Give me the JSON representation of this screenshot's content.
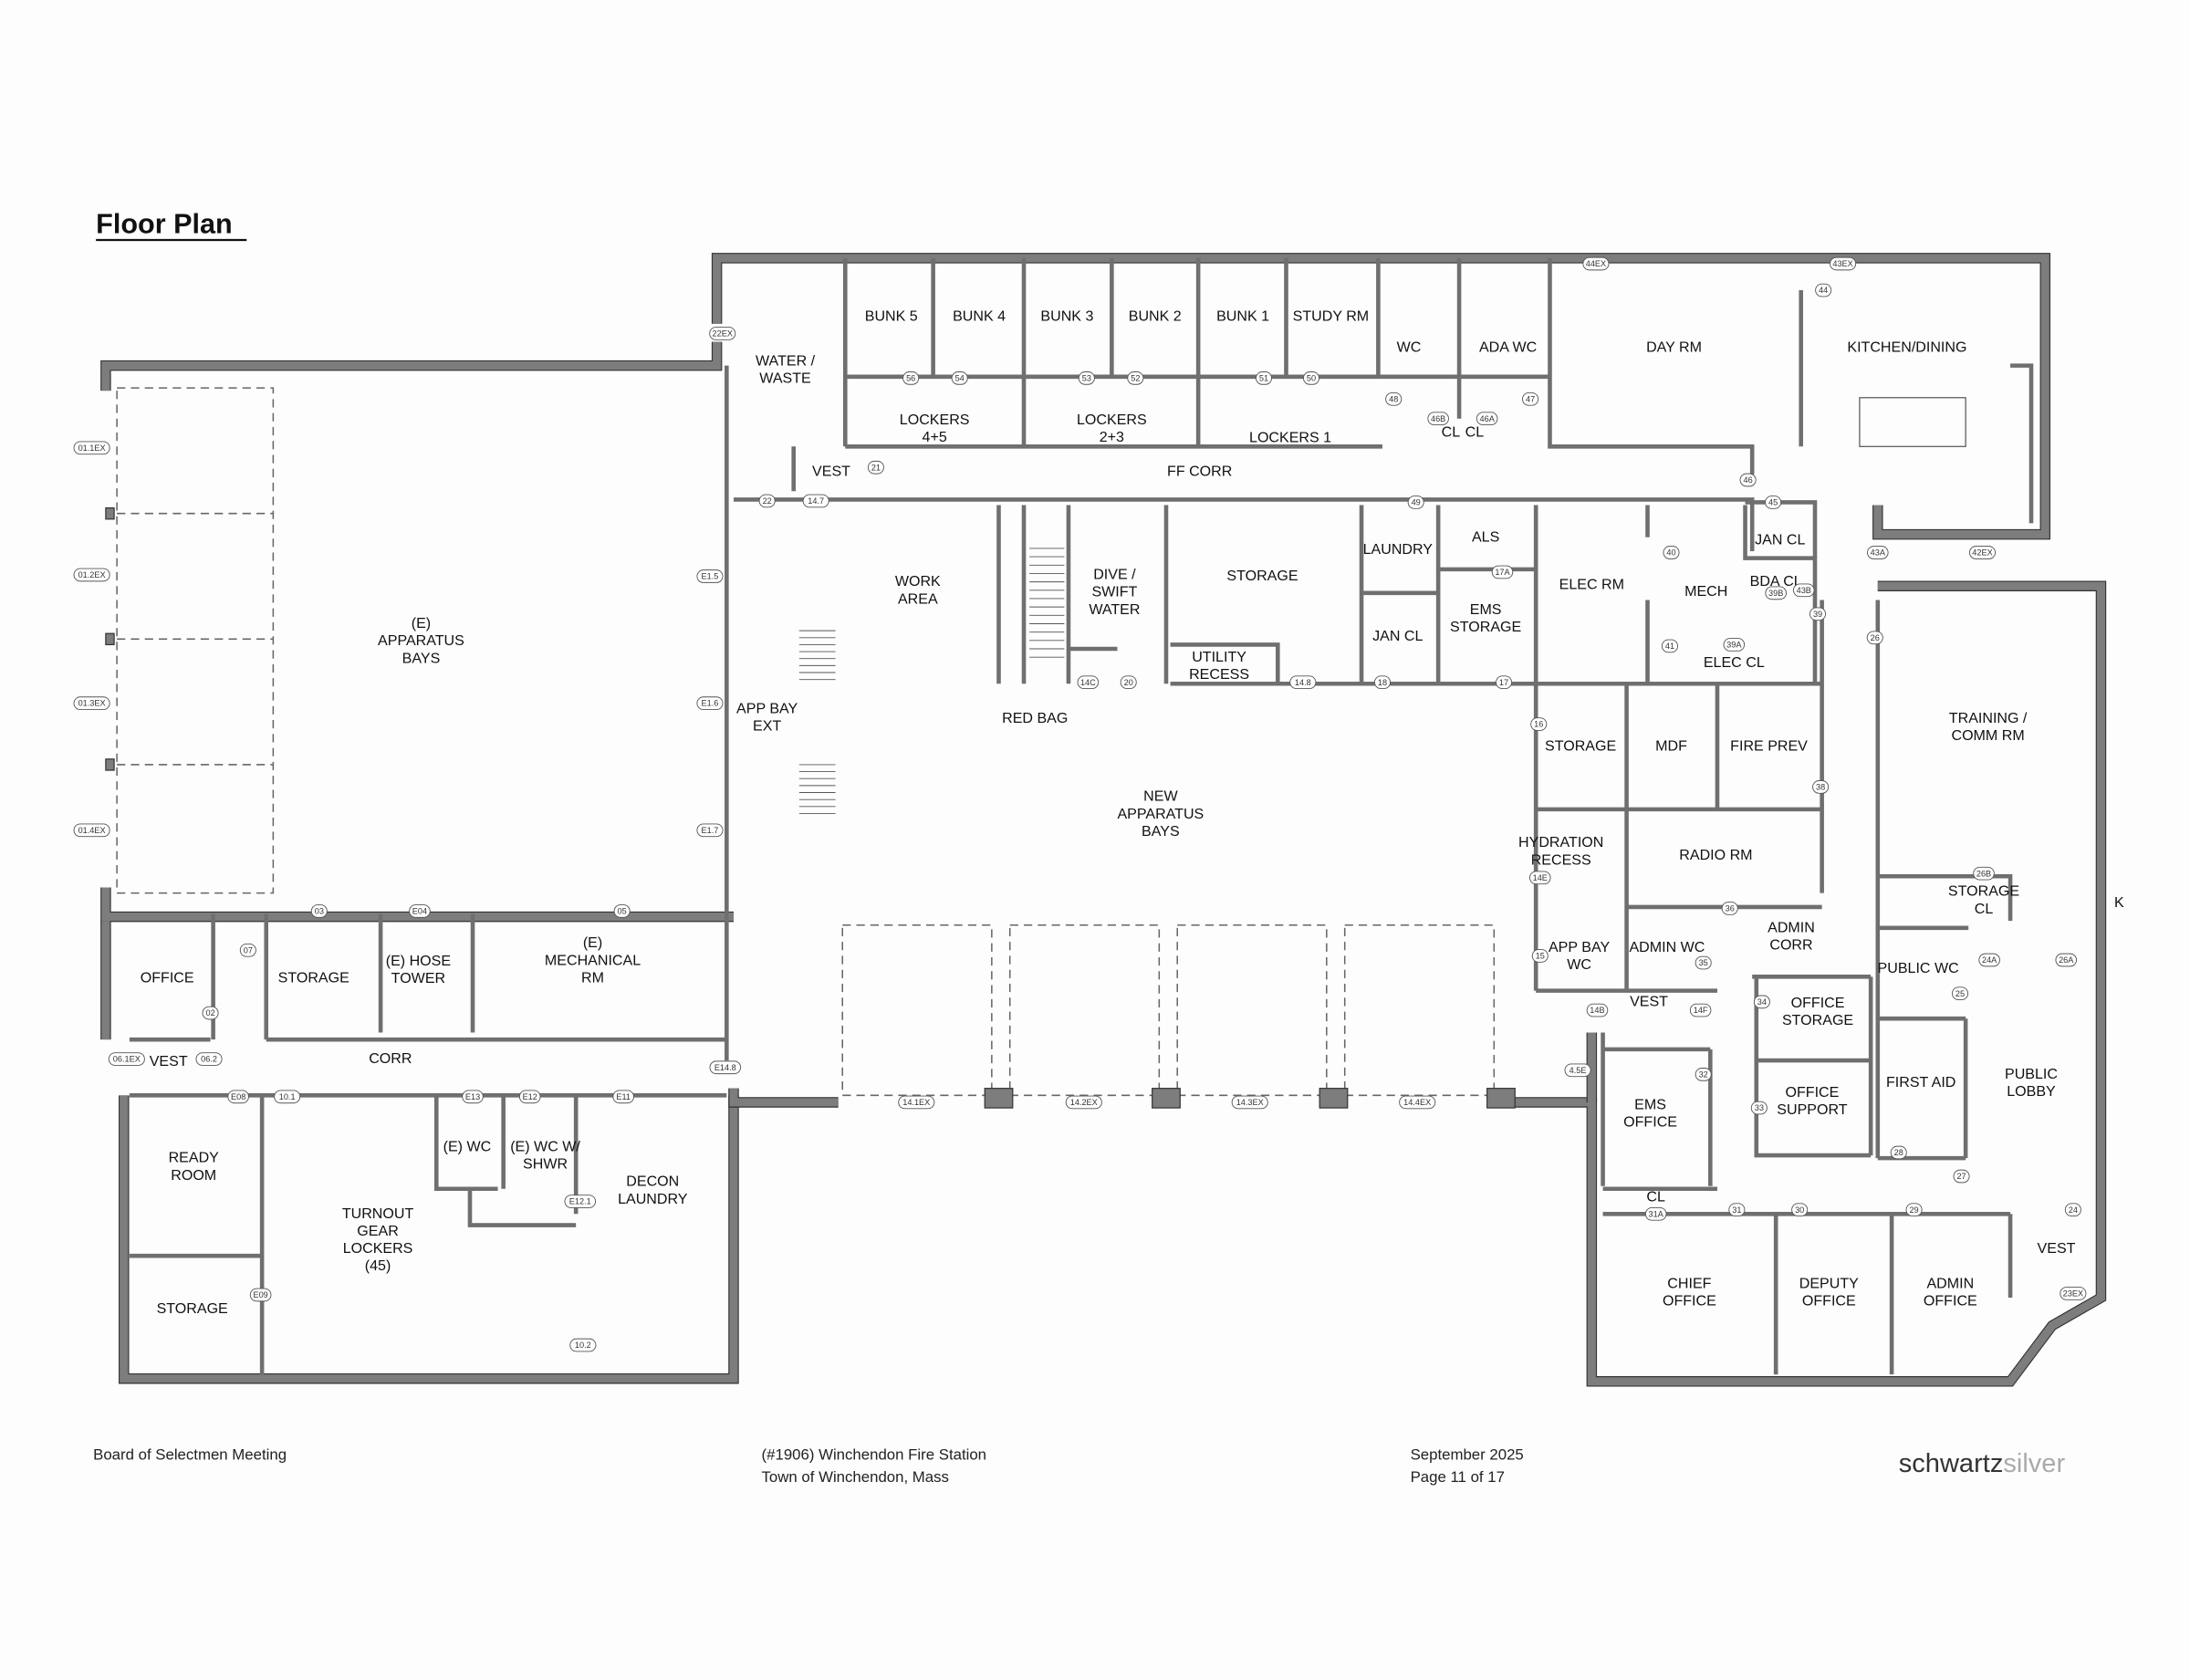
{
  "title": "Floor Plan",
  "rooms": [
    {
      "lines": [
        "BUNK 5"
      ]
    },
    {
      "lines": [
        "BUNK 4"
      ]
    },
    {
      "lines": [
        "BUNK 3"
      ]
    },
    {
      "lines": [
        "BUNK 2"
      ]
    },
    {
      "lines": [
        "BUNK 1"
      ]
    },
    {
      "lines": [
        "STUDY RM"
      ]
    },
    {
      "lines": [
        "WC"
      ]
    },
    {
      "lines": [
        "ADA WC"
      ]
    },
    {
      "lines": [
        "DAY RM"
      ]
    },
    {
      "lines": [
        "KITCHEN/DINING"
      ]
    },
    {
      "lines": [
        "WATER /",
        "WASTE"
      ]
    },
    {
      "lines": [
        "LOCKERS",
        "4+5"
      ]
    },
    {
      "lines": [
        "LOCKERS",
        "2+3"
      ]
    },
    {
      "lines": [
        "LOCKERS 1"
      ]
    },
    {
      "lines": [
        "VEST"
      ]
    },
    {
      "lines": [
        "FF CORR"
      ]
    },
    {
      "lines": [
        "CL"
      ]
    },
    {
      "lines": [
        "CL"
      ]
    },
    {
      "lines": [
        "WORK",
        "AREA"
      ]
    },
    {
      "lines": [
        "DIVE /",
        "SWIFT",
        "WATER"
      ]
    },
    {
      "lines": [
        "STORAGE"
      ]
    },
    {
      "lines": [
        "LAUNDRY"
      ]
    },
    {
      "lines": [
        "ALS"
      ]
    },
    {
      "lines": [
        "EMS",
        "STORAGE"
      ]
    },
    {
      "lines": [
        "ELEC RM"
      ]
    },
    {
      "lines": [
        "MECH"
      ]
    },
    {
      "lines": [
        "JAN CL"
      ]
    },
    {
      "lines": [
        "BDA CL"
      ]
    },
    {
      "lines": [
        "ELEC CL"
      ]
    },
    {
      "lines": [
        "UTILITY",
        "RECESS"
      ]
    },
    {
      "lines": [
        "JAN CL"
      ]
    },
    {
      "lines": [
        "RED BAG"
      ]
    },
    {
      "lines": [
        "APP BAY",
        "EXT"
      ]
    },
    {
      "lines": [
        "(E)",
        "APPARATUS",
        "BAYS"
      ]
    },
    {
      "lines": [
        "NEW",
        "APPARATUS",
        "BAYS"
      ]
    },
    {
      "lines": [
        "STORAGE"
      ]
    },
    {
      "lines": [
        "MDF"
      ]
    },
    {
      "lines": [
        "FIRE PREV"
      ]
    },
    {
      "lines": [
        "TRAINING /",
        "COMM RM"
      ]
    },
    {
      "lines": [
        "HYDRATION",
        "RECESS"
      ]
    },
    {
      "lines": [
        "RADIO RM"
      ]
    },
    {
      "lines": [
        "STORAGE",
        "CL"
      ]
    },
    {
      "lines": [
        "ADMIN",
        "CORR"
      ]
    },
    {
      "lines": [
        "APP BAY",
        "WC"
      ]
    },
    {
      "lines": [
        "ADMIN WC"
      ]
    },
    {
      "lines": [
        "PUBLIC WC"
      ]
    },
    {
      "lines": [
        "VEST"
      ]
    },
    {
      "lines": [
        "OFFICE",
        "STORAGE"
      ]
    },
    {
      "lines": [
        "OFFICE"
      ]
    },
    {
      "lines": [
        "STORAGE"
      ]
    },
    {
      "lines": [
        "(E) HOSE",
        "TOWER"
      ]
    },
    {
      "lines": [
        "(E)",
        "MECHANICAL",
        "RM"
      ]
    },
    {
      "lines": [
        "VEST"
      ]
    },
    {
      "lines": [
        "CORR"
      ]
    },
    {
      "lines": [
        "READY",
        "ROOM"
      ]
    },
    {
      "lines": [
        "(E) WC"
      ]
    },
    {
      "lines": [
        "(E) WC W/",
        "SHWR"
      ]
    },
    {
      "lines": [
        "DECON",
        "LAUNDRY"
      ]
    },
    {
      "lines": [
        "TURNOUT",
        "GEAR",
        "LOCKERS",
        "(45)"
      ]
    },
    {
      "lines": [
        "STORAGE"
      ]
    },
    {
      "lines": [
        "EMS",
        "OFFICE"
      ]
    },
    {
      "lines": [
        "FIRST AID"
      ]
    },
    {
      "lines": [
        "PUBLIC",
        "LOBBY"
      ]
    },
    {
      "lines": [
        "OFFICE",
        "SUPPORT"
      ]
    },
    {
      "lines": [
        "CL"
      ]
    },
    {
      "lines": [
        "VEST"
      ]
    },
    {
      "lines": [
        "CHIEF",
        "OFFICE"
      ]
    },
    {
      "lines": [
        "DEPUTY",
        "OFFICE"
      ]
    },
    {
      "lines": [
        "ADMIN",
        "OFFICE"
      ]
    },
    {
      "lines": [
        "K"
      ]
    }
  ],
  "door_tags": [
    "22EX",
    "56",
    "54",
    "53",
    "52",
    "51",
    "50",
    "48",
    "47",
    "46B",
    "46A",
    "44EX",
    "43EX",
    "44",
    "21",
    "22",
    "14.7",
    "46",
    "45",
    "49",
    "17A",
    "40",
    "43A",
    "42EX",
    "43B",
    "39B",
    "39",
    "26",
    "39A",
    "41",
    "14C",
    "20",
    "14.8",
    "18",
    "17",
    "16",
    "38",
    "14E",
    "26B",
    "36",
    "15",
    "35",
    "24A",
    "26A",
    "34",
    "14B",
    "14F",
    "25",
    "4.5E",
    "32",
    "33",
    "28",
    "27",
    "31",
    "30",
    "29",
    "24",
    "31A",
    "23EX",
    "14.1EX",
    "14.2EX",
    "14.3EX",
    "14.4EX",
    "01.1EX",
    "01.2EX",
    "01.3EX",
    "01.4EX",
    "E1.5",
    "E1.6",
    "E1.7",
    "03",
    "E04",
    "05",
    "07",
    "02",
    "06.1EX",
    "06.2",
    "E08",
    "10.1",
    "E13",
    "E12",
    "E11",
    "E14.8",
    "E12.1",
    "E09",
    "10.2"
  ],
  "footer": {
    "meeting": "Board of Selectmen Meeting",
    "project_line1": "(#1906) Winchendon Fire Station",
    "project_line2": "Town of Winchendon, Mass",
    "date": "September 2025",
    "page": "Page 11 of 17",
    "logo_part1": "schwartz",
    "logo_part2": "silver"
  },
  "colors": {
    "wall": "#7d7d7d",
    "logo_dark": "#333333",
    "logo_light": "#aaaaaa"
  }
}
